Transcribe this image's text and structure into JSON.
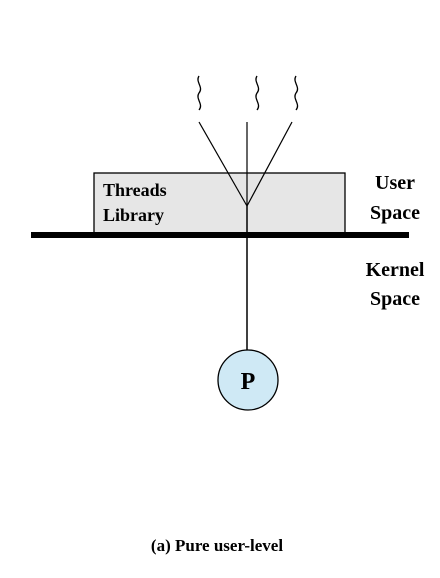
{
  "diagram": {
    "library_label_line1": "Threads",
    "library_label_line2": "Library",
    "user_space_line1": "User",
    "user_space_line2": "Space",
    "kernel_space_line1": "Kernel",
    "kernel_space_line2": "Space",
    "process_label": "P",
    "caption": "(a) Pure user-level"
  },
  "colors": {
    "library_box_fill": "#e6e6e6",
    "process_circle_fill": "#cfe9f5",
    "line_color": "#000000"
  }
}
